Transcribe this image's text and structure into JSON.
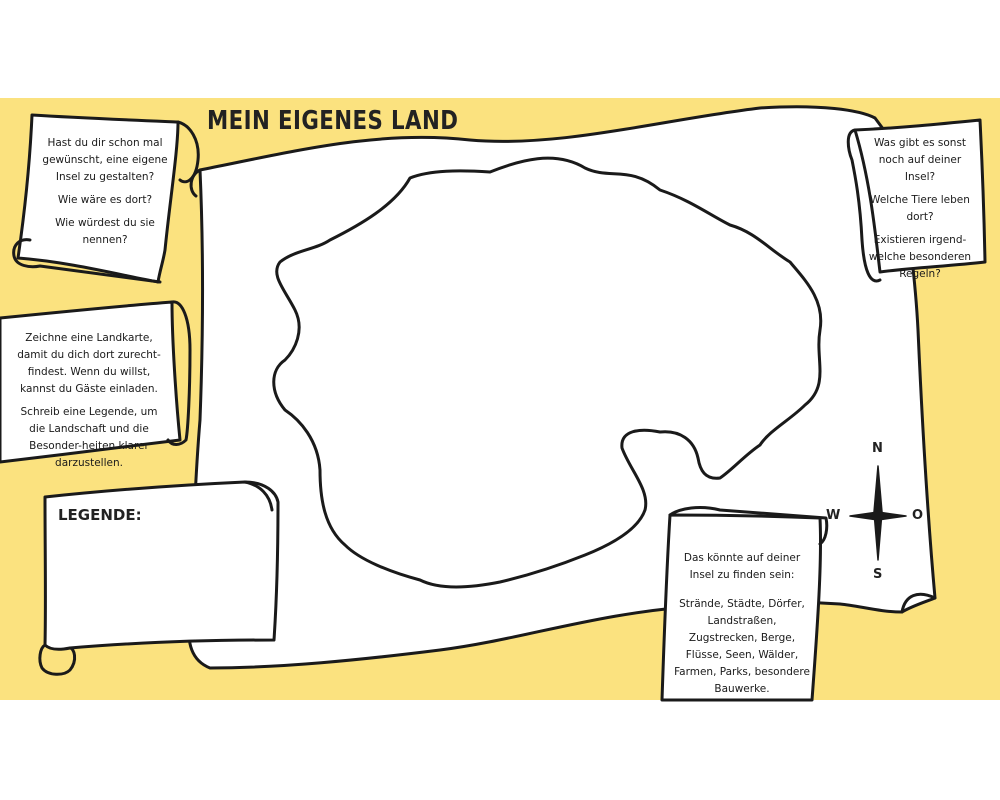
{
  "title": "MEIN EIGENES LAND",
  "colors": {
    "background_band": "#FBE27F",
    "paper": "#FFFFFF",
    "ink": "#1A1A1A"
  },
  "intro_scroll": {
    "question_1": "Hast du dir schon mal gewünscht, eine eigene Insel zu gestalten?",
    "question_2": "Wie wäre es dort?",
    "question_3": "Wie würdest du sie nennen?"
  },
  "island_scroll": {
    "question_1": "Was gibt es sonst noch auf deiner Insel?",
    "question_2": "Welche Tiere leben dort?",
    "question_3": "Existieren irgend-welche besonderen Regeln?"
  },
  "map_scroll": {
    "instruction_1": "Zeichne eine Landkarte, damit du dich dort zurecht-findest. Wenn du willst, kannst du Gäste einladen.",
    "instruction_2": "Schreib eine Legende, um die Landschaft und die Besonder-heiten klarer darzustellen."
  },
  "legend_box": {
    "title": "LEGENDE:"
  },
  "ideas_scroll": {
    "heading": "Das könnte auf deiner Insel zu finden sein:",
    "items": "Strände, Städte, Dörfer, Landstraßen, Zugstrecken, Berge, Flüsse, Seen, Wälder, Farmen, Parks, besondere Bauwerke."
  },
  "compass": {
    "north": "N",
    "south": "S",
    "west": "W",
    "east": "O"
  },
  "icons": [
    "compass-rose-icon",
    "island-outline-icon"
  ]
}
